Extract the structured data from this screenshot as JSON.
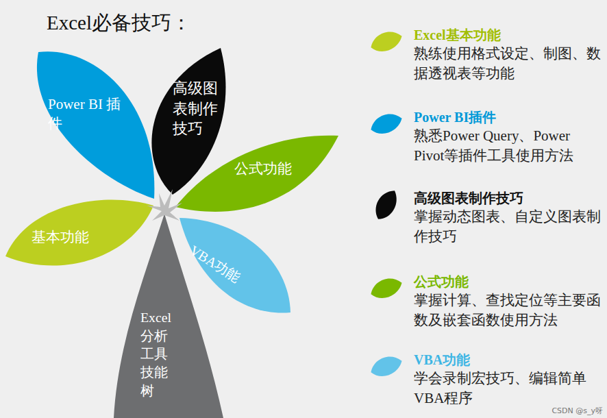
{
  "diagram": {
    "title": "Excel必备技巧：",
    "nodes": [
      {
        "text": [
          "Power BI 插件"
        ]
      },
      {
        "text": [
          "高级图表制作技巧"
        ]
      },
      {
        "text": [
          "公式功能"
        ]
      },
      {
        "text": [
          "基本功能"
        ]
      },
      {
        "text": [
          "VBA功能"
        ]
      },
      {
        "text": [
          "Excel分析工具技能树"
        ]
      },
      {
        "text": [
          "Excel基本功能",
          "熟练使用格式设定、制图、数据透视表等功能"
        ]
      },
      {
        "text": [
          "Power BI插件",
          "熟悉Power Query、Power Pivot等插件工具使用方法"
        ]
      },
      {
        "text": [
          "高级图表制作技巧",
          "掌握动态图表、自定义图表制作技巧"
        ]
      },
      {
        "text": [
          "公式功能",
          "掌握计算、查找定位等主要函数及嵌套函数使用方法"
        ]
      },
      {
        "text": [
          "VBA功能",
          "学会录制宏技巧、编辑简单VBA程序"
        ]
      }
    ],
    "labels": [
      "CSDN @s_y呀"
    ]
  }
}
